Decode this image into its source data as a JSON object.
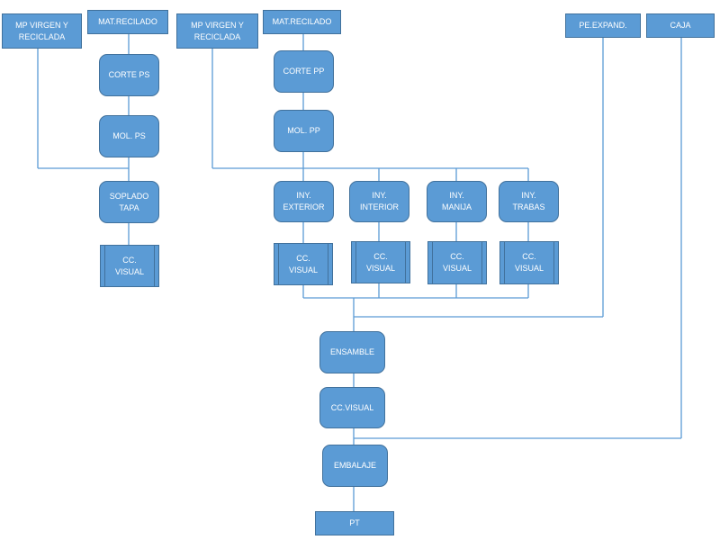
{
  "diagram": {
    "left_column": {
      "mp_virgen": "MP VIRGEN Y\nRECICLADA",
      "mat_recilado": "MAT.RECILADO",
      "corte": "CORTE PS",
      "moldeo": "MOL. PS",
      "soplado": "SOPLADO\nTAPA",
      "control": "CC.\nVISUAL"
    },
    "middle_column": {
      "mp_virgen": "MP VIRGEN Y\nRECICLADA",
      "mat_recilado": "MAT.RECILADO",
      "corte": "CORTE PP",
      "moldeo": "MOL. PP"
    },
    "injection": [
      {
        "label": "INY.\nEXTERIOR",
        "control": "CC.\nVISUAL"
      },
      {
        "label": "INY.\nINTERIOR",
        "control": "CC.\nVISUAL"
      },
      {
        "label": "INY.\nMANIJA",
        "control": "CC.\nVISUAL"
      },
      {
        "label": "INY.\nTRABAS",
        "control": "CC.\nVISUAL"
      }
    ],
    "right_inputs": {
      "pe_expand": "PE.EXPAND.",
      "caja": "CAJA"
    },
    "final_line": {
      "ensamble": "ENSAMBLE",
      "control": "CC.VISUAL",
      "embalaje": "EMBALAJE",
      "pt": "PT"
    }
  }
}
